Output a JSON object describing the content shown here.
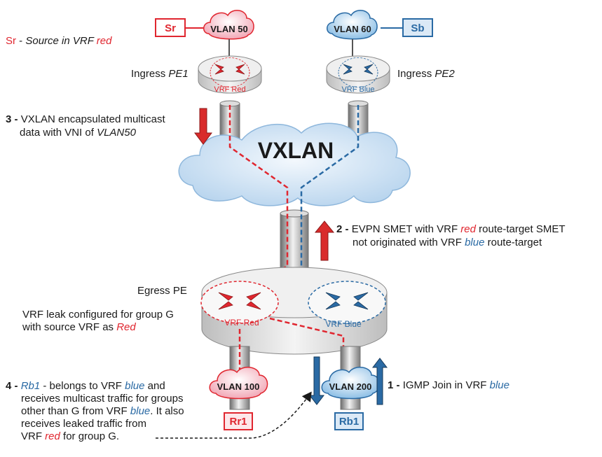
{
  "nodes": {
    "sr": "Sr",
    "sb": "Sb",
    "vlan50": "VLAN 50",
    "vlan60": "VLAN 60",
    "vlan100": "VLAN 100",
    "vlan200": "VLAN 200",
    "rr1": "Rr1",
    "rb1": "Rb1",
    "vxlan": "VXLAN",
    "vrf_red": "VRF Red",
    "vrf_blue": "VRF Blue"
  },
  "labels": {
    "legend_sr": "Sr",
    "legend_rest": " - ",
    "legend_italic_a": "Source in VRF ",
    "legend_italic_red": "red",
    "ingress": "Ingress ",
    "pe1": "PE1",
    "pe2": "PE2",
    "egress_pe": "Egress PE"
  },
  "notes": {
    "step3_num": "3 - ",
    "step3_l1": "VXLAN encapsulated multicast",
    "step3_l2a": "data with VNI of ",
    "step3_l2b": "VLAN50",
    "step2_num": "2 - ",
    "step2_l1a": "EVPN SMET with VRF ",
    "step2_l1b": "red",
    "step2_l1c": " route-target SMET",
    "step2_l2a": "not originated with VRF ",
    "step2_l2b": "blue",
    "step2_l2c": " route-target",
    "leak_l1": "VRF leak configured for group G",
    "leak_l2a": "with source VRF as ",
    "leak_l2b": "Red",
    "step1_num": "1 - ",
    "step1_a": "IGMP Join in VRF ",
    "step1_b": "blue",
    "step4_num": "4 - ",
    "step4_rb1": "Rb1",
    "step4_l1a": " - belongs to VRF ",
    "step4_l1b": "blue",
    "step4_l1c": " and",
    "step4_l2": "receives multicast traffic for groups",
    "step4_l3a": "other than G from VRF ",
    "step4_l3b": "blue",
    "step4_l3c": ". It also",
    "step4_l4": "receives leaked traffic from",
    "step4_l5a": "VRF ",
    "step4_l5b": "red",
    "step4_l5c": " for group G."
  },
  "colors": {
    "red": "#e0262f",
    "blue": "#2a6aa4",
    "cloud": "#cfe3f4",
    "router": "#e8e8e8"
  }
}
